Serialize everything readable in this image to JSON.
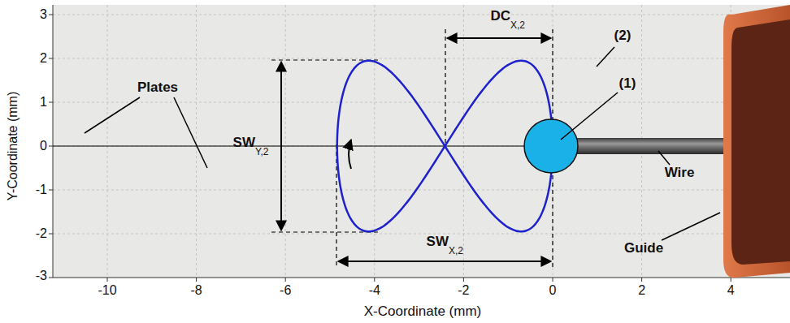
{
  "diagram": {
    "labels": [
      "3",
      "2",
      "1",
      "0",
      "-1",
      "-2",
      "-3",
      "-10",
      "-8",
      "-6",
      "-4",
      "-2",
      "0",
      "2",
      "4",
      "Y-Coordinate (mm)",
      "X-Coordinate (mm)",
      "Plates",
      "(2)",
      "(1)",
      "Wire",
      "Guide",
      "SW",
      "Y,2",
      "SW",
      "X,2",
      "DC",
      "X,2"
    ]
  }
}
